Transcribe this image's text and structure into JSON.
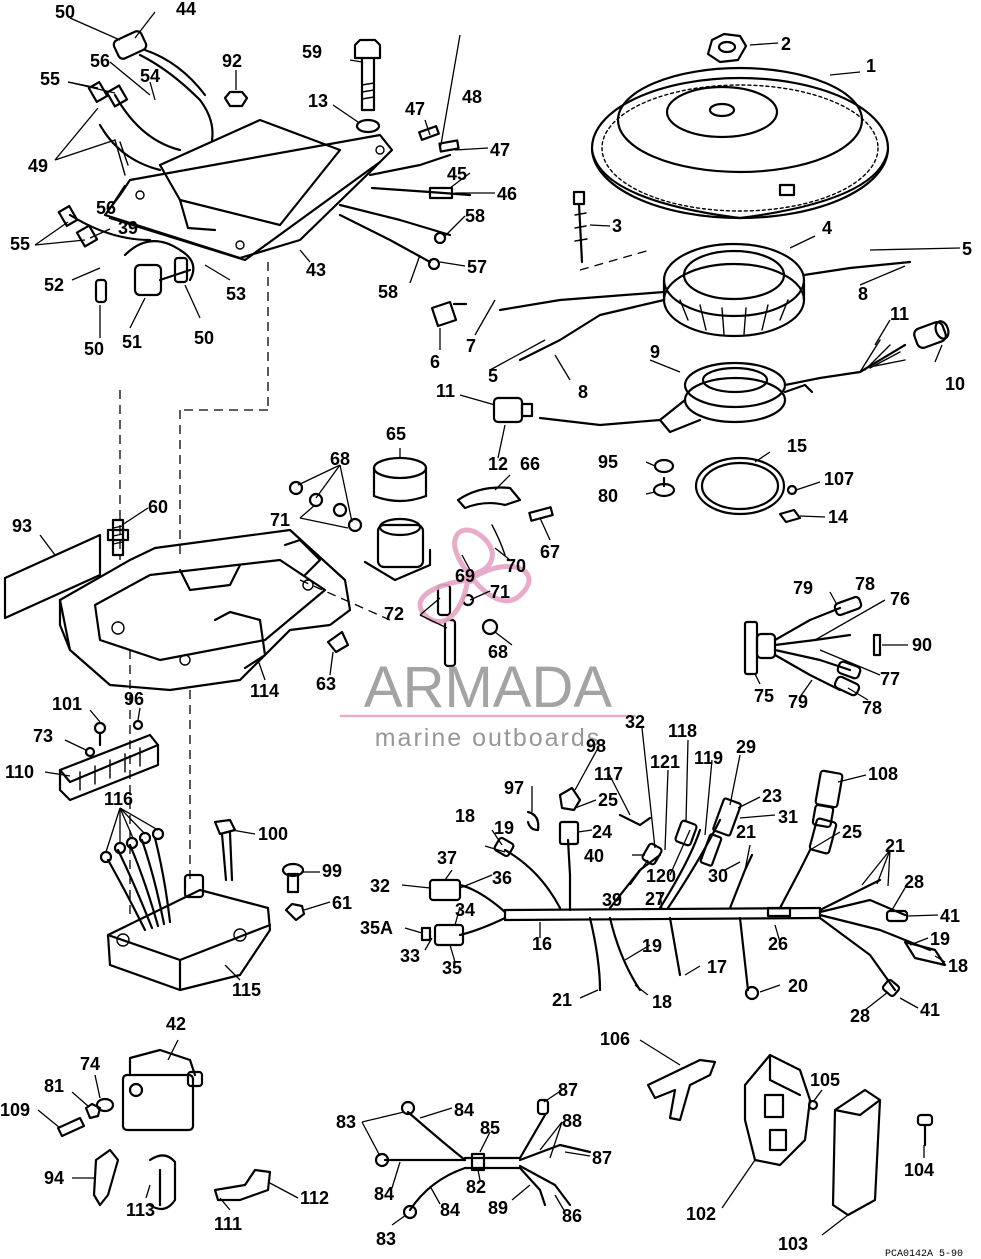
{
  "watermark": {
    "brand": "ARMADA",
    "tagline": "marine outboards",
    "logo_color": "#e7a6c6",
    "text_color": "#9c9c9c"
  },
  "reference_code": "PCA0142A  5-90",
  "labels": [
    "1",
    "2",
    "3",
    "4",
    "5",
    "5",
    "6",
    "7",
    "8",
    "8",
    "9",
    "10",
    "11",
    "11",
    "12",
    "13",
    "14",
    "15",
    "16",
    "17",
    "18",
    "18",
    "18",
    "19",
    "19",
    "19",
    "20",
    "21",
    "21",
    "21",
    "23",
    "24",
    "25",
    "25",
    "26",
    "27",
    "28",
    "28",
    "29",
    "30",
    "31",
    "32",
    "32",
    "33",
    "34",
    "35",
    "35A",
    "36",
    "37",
    "39",
    "39",
    "40",
    "41",
    "41",
    "42",
    "43",
    "44",
    "45",
    "46",
    "47",
    "47",
    "48",
    "49",
    "50",
    "50",
    "50",
    "51",
    "52",
    "53",
    "54",
    "55",
    "55",
    "56",
    "56",
    "57",
    "58",
    "58",
    "59",
    "60",
    "61",
    "63",
    "65",
    "66",
    "67",
    "68",
    "68",
    "69",
    "70",
    "71",
    "71",
    "72",
    "73",
    "74",
    "75",
    "76",
    "77",
    "78",
    "78",
    "79",
    "79",
    "80",
    "81",
    "82",
    "83",
    "83",
    "84",
    "84",
    "84",
    "85",
    "86",
    "87",
    "87",
    "88",
    "89",
    "90",
    "92",
    "93",
    "94",
    "95",
    "96",
    "97",
    "98",
    "99",
    "100",
    "101",
    "102",
    "103",
    "104",
    "105",
    "106",
    "107",
    "108",
    "109",
    "110",
    "111",
    "112",
    "113",
    "114",
    "115",
    "116",
    "117",
    "118",
    "119",
    "120",
    "121"
  ]
}
